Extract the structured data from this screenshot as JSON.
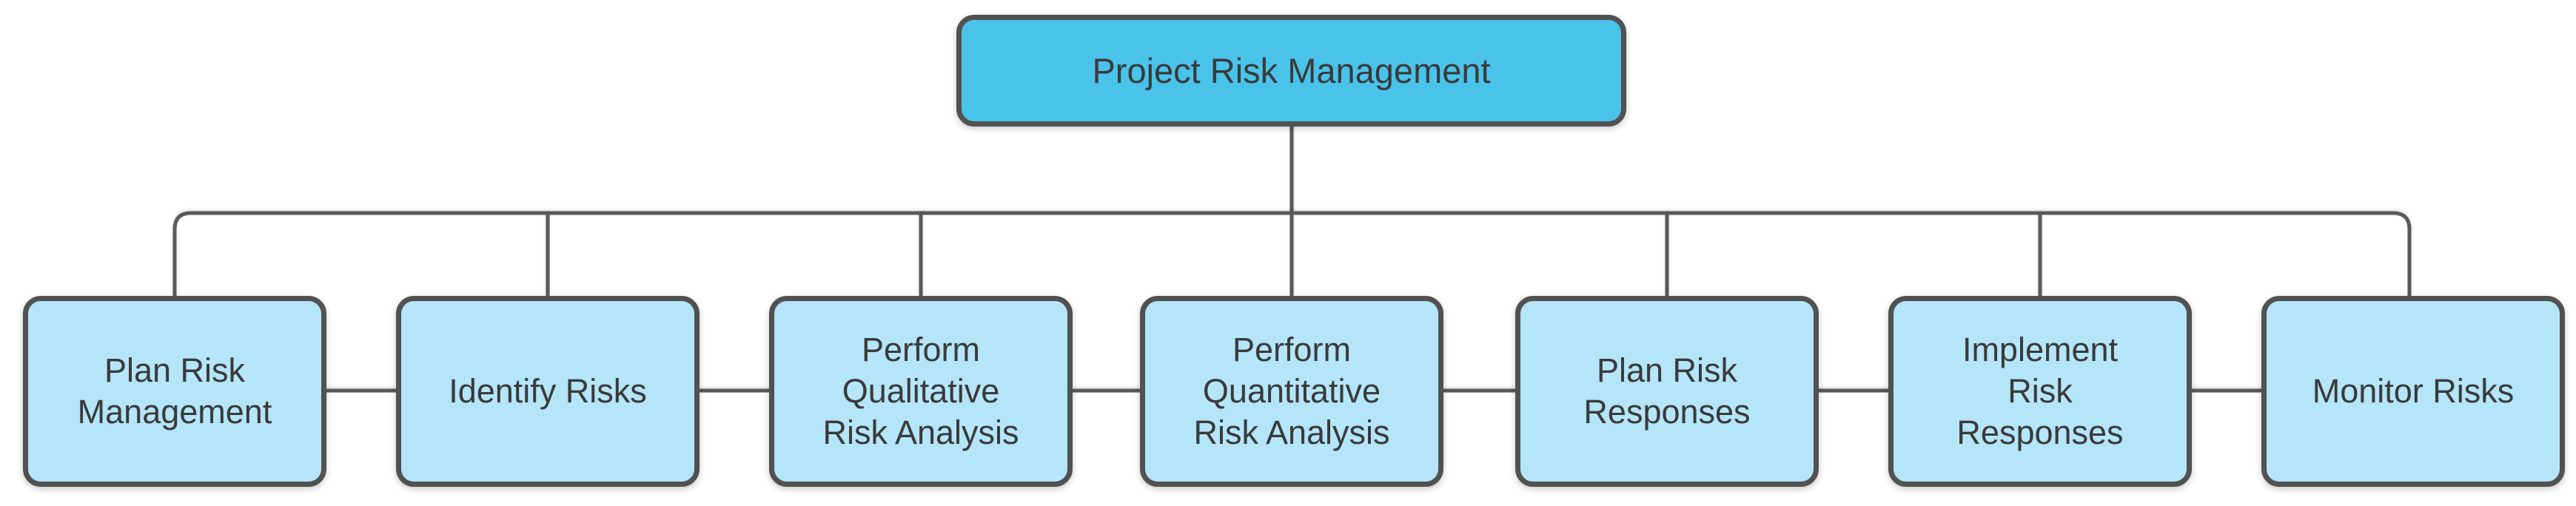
{
  "diagram": {
    "type": "hierarchy",
    "root": {
      "label": "Project Risk Management"
    },
    "children": [
      {
        "label": "Plan Risk\nManagement"
      },
      {
        "label": "Identify Risks"
      },
      {
        "label": "Perform\nQualitative\nRisk Analysis"
      },
      {
        "label": "Perform\nQuantitative\nRisk Analysis"
      },
      {
        "label": "Plan Risk\nResponses"
      },
      {
        "label": "Implement\nRisk\nResponses"
      },
      {
        "label": "Monitor Risks"
      }
    ],
    "colors": {
      "root_fill": "#4AC3EA",
      "child_fill": "#B4E5F9",
      "shape_border": "#515151",
      "connector": "#5A5A5A",
      "text": "#3A3A3A",
      "background": "#FFFFFF"
    }
  }
}
